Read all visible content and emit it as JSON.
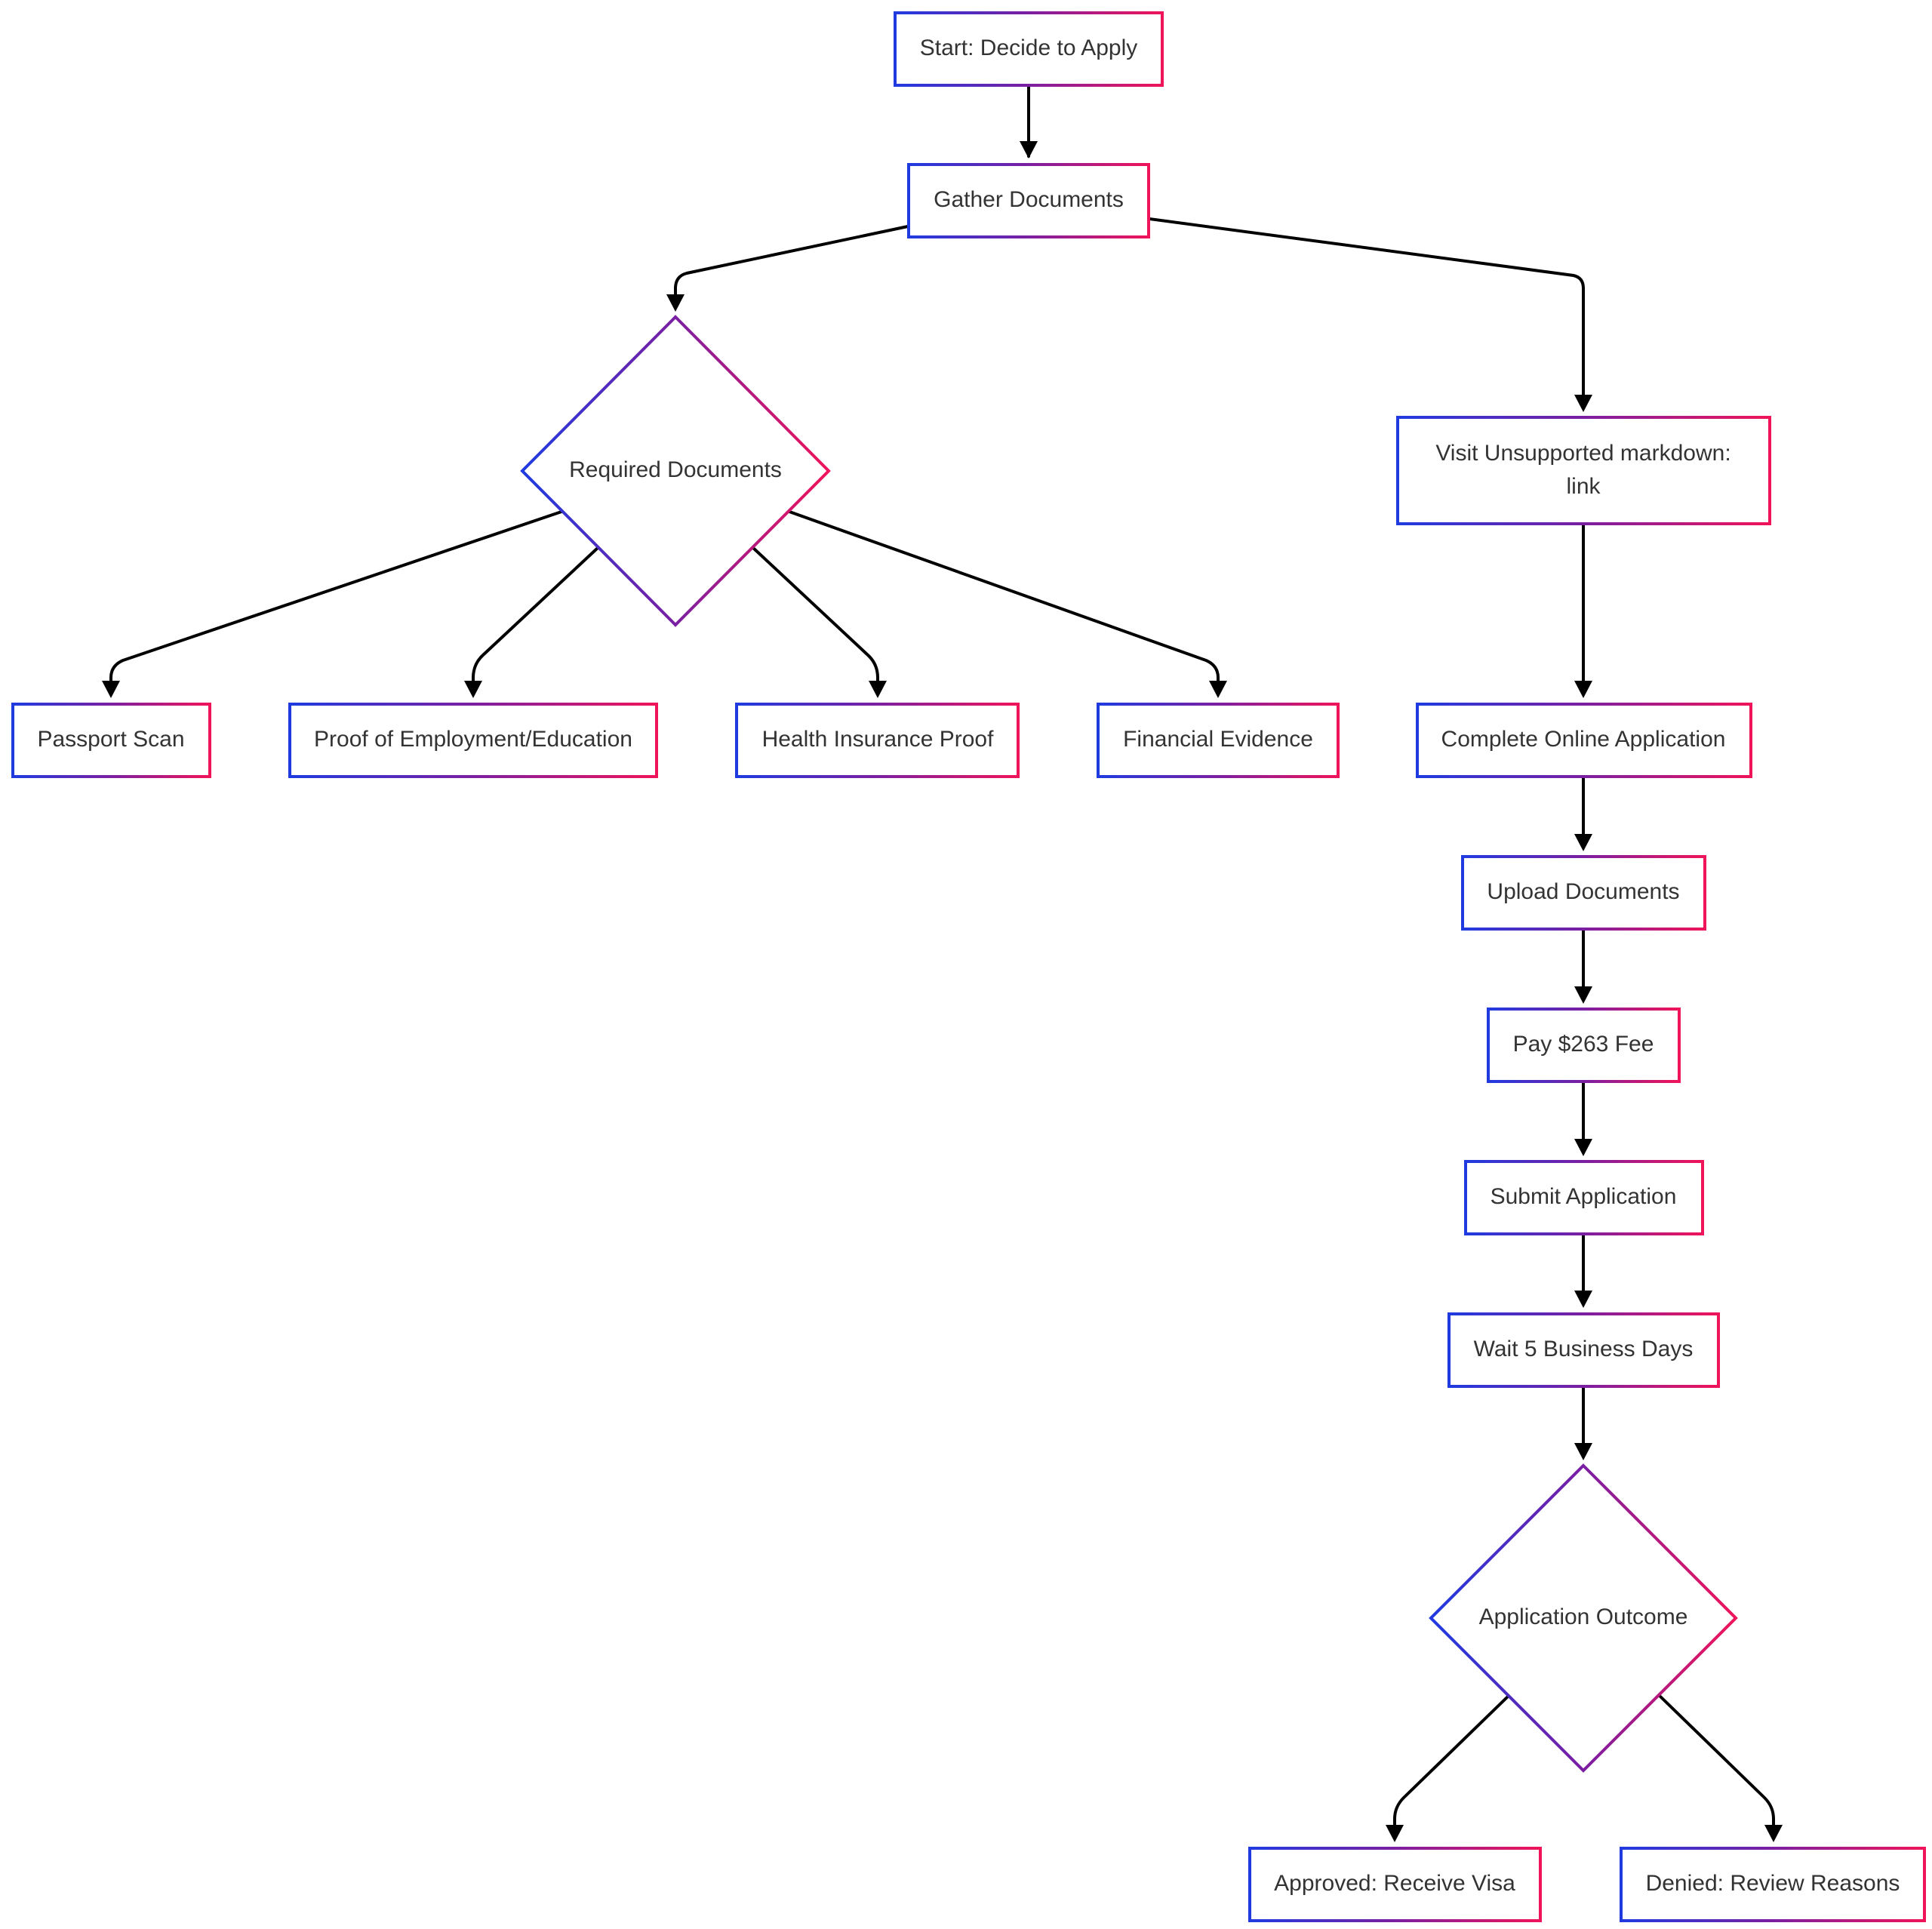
{
  "diagram": {
    "type": "flowchart",
    "colors": {
      "border_gradient_start": "#1f3be0",
      "border_gradient_mid": "#7b1fa2",
      "border_gradient_end": "#f0145a",
      "edge": "#000000",
      "text": "#333333",
      "background": "#ffffff"
    },
    "nodes": {
      "start": {
        "label": "Start: Decide to Apply",
        "shape": "rect"
      },
      "gather": {
        "label": "Gather Documents",
        "shape": "rect"
      },
      "required": {
        "label": "Required Documents",
        "shape": "diamond"
      },
      "visit": {
        "label": "Visit Unsupported markdown: link",
        "line1": "Visit Unsupported markdown:",
        "line2": "link",
        "shape": "rect"
      },
      "passport": {
        "label": "Passport Scan",
        "shape": "rect"
      },
      "employment": {
        "label": "Proof of Employment/Education",
        "shape": "rect"
      },
      "insurance": {
        "label": "Health Insurance Proof",
        "shape": "rect"
      },
      "financial": {
        "label": "Financial Evidence",
        "shape": "rect"
      },
      "complete": {
        "label": "Complete Online Application",
        "shape": "rect"
      },
      "upload": {
        "label": "Upload Documents",
        "shape": "rect"
      },
      "pay": {
        "label": "Pay $263 Fee",
        "shape": "rect"
      },
      "submit": {
        "label": "Submit Application",
        "shape": "rect"
      },
      "wait": {
        "label": "Wait 5 Business Days",
        "shape": "rect"
      },
      "outcome": {
        "label": "Application Outcome",
        "shape": "diamond"
      },
      "approved": {
        "label": "Approved: Receive Visa",
        "shape": "rect"
      },
      "denied": {
        "label": "Denied: Review Reasons",
        "shape": "rect"
      }
    },
    "edges": [
      {
        "from": "start",
        "to": "gather"
      },
      {
        "from": "gather",
        "to": "required"
      },
      {
        "from": "gather",
        "to": "visit"
      },
      {
        "from": "required",
        "to": "passport"
      },
      {
        "from": "required",
        "to": "employment"
      },
      {
        "from": "required",
        "to": "insurance"
      },
      {
        "from": "required",
        "to": "financial"
      },
      {
        "from": "visit",
        "to": "complete"
      },
      {
        "from": "complete",
        "to": "upload"
      },
      {
        "from": "upload",
        "to": "pay"
      },
      {
        "from": "pay",
        "to": "submit"
      },
      {
        "from": "submit",
        "to": "wait"
      },
      {
        "from": "wait",
        "to": "outcome"
      },
      {
        "from": "outcome",
        "to": "approved"
      },
      {
        "from": "outcome",
        "to": "denied"
      }
    ]
  }
}
